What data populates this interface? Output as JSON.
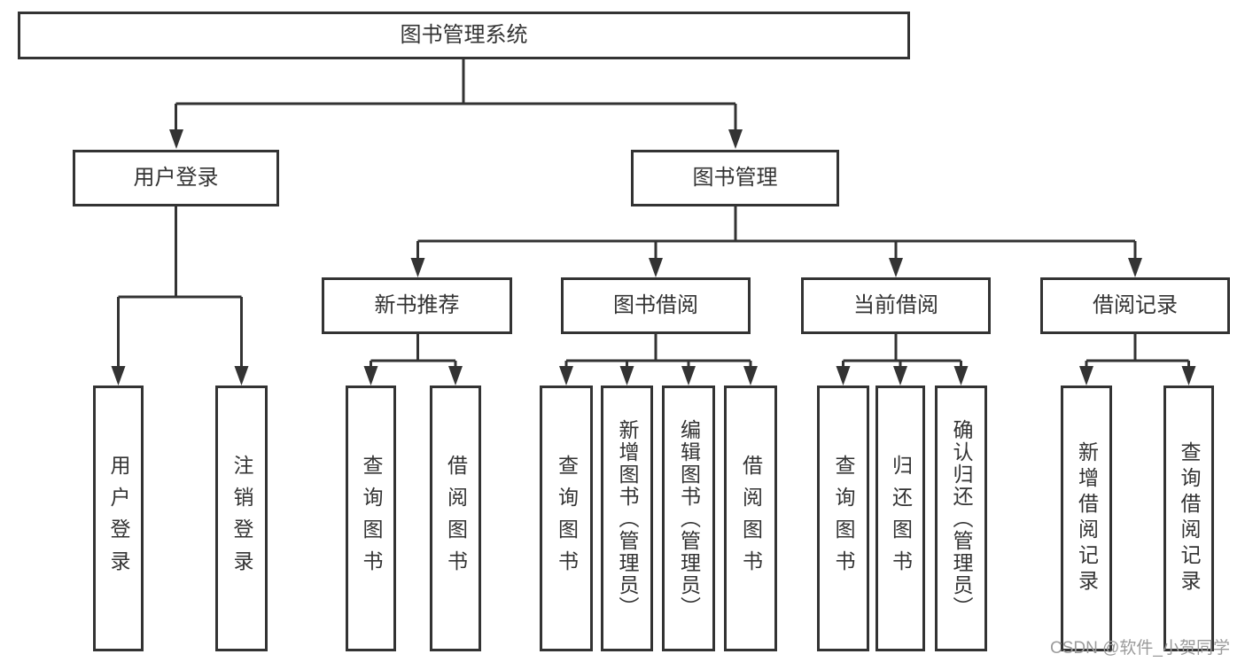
{
  "diagram": {
    "root": {
      "label": "图书管理系统",
      "children": [
        {
          "label": "用户登录",
          "children": [
            {
              "label": "用户登录"
            },
            {
              "label": "注销登录"
            }
          ]
        },
        {
          "label": "图书管理",
          "children": [
            {
              "label": "新书推荐",
              "children": [
                {
                  "label": "查询图书"
                },
                {
                  "label": "借阅图书"
                }
              ]
            },
            {
              "label": "图书借阅",
              "children": [
                {
                  "label": "查询图书"
                },
                {
                  "label": "新增图书（管理员）"
                },
                {
                  "label": "编辑图书（管理员）"
                },
                {
                  "label": "借阅图书"
                }
              ]
            },
            {
              "label": "当前借阅",
              "children": [
                {
                  "label": "查询图书"
                },
                {
                  "label": "归还图书"
                },
                {
                  "label": "确认归还（管理员）"
                }
              ]
            },
            {
              "label": "借阅记录",
              "children": [
                {
                  "label": "新增借阅记录"
                },
                {
                  "label": "查询借阅记录"
                }
              ]
            }
          ]
        }
      ]
    }
  },
  "watermark": {
    "text": "CSDN @软件_小贺同学"
  },
  "colors": {
    "line": "#333333",
    "text": "#333333",
    "box_background": "#ffffff",
    "page_background": "#ffffff",
    "watermark": "#9b9b9b"
  }
}
